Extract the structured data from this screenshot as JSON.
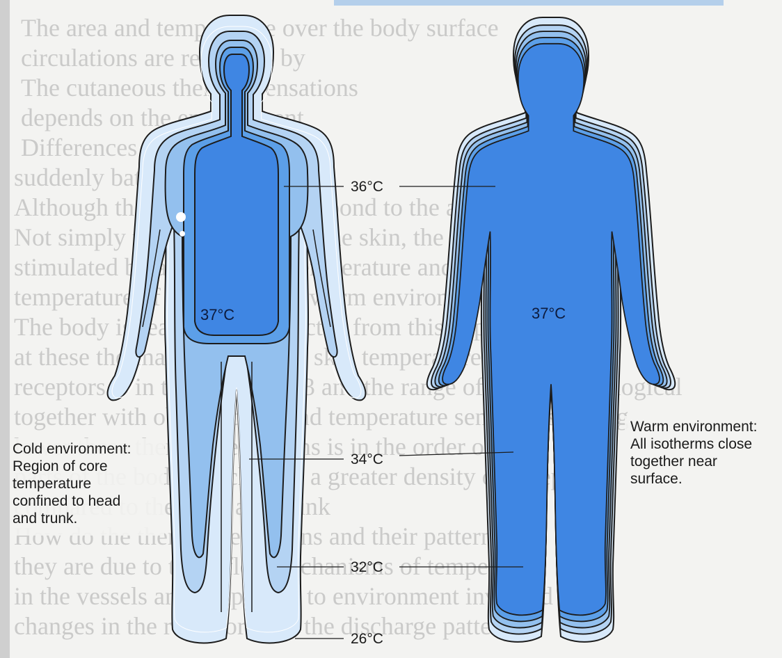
{
  "figure": {
    "background_text": [
      "The area and temperature over the body surface",
      "circulations are regulated by",
      "The cutaneous thermal sensations",
      "depends on the environment",
      "Differences in temperature",
      "suddenly bathed by warm",
      "Although the skin receptors respond to the absolute",
      "Not simply the temperature of the skin, the cold receptors",
      "stimulated by a decrease in temperature and this reflects the",
      "temperature of the body. In a warm environment the wounds the",
      "The body is reasonably protected from this happening",
      "at these thermal conditions at skin temperatures",
      "receptors is in the order of 0.3 and the range of these physiological",
      "together with observations and temperature sensations during",
      "lower these thermal sensations is in the order of the",
      "parts of the body which have a greater density of receptors.",
      "compared to the head and trunk",
      "How do the thermal sensations and their patterns",
      "they are due to the reflex mechanisms of temperature",
      "in the vessels and adaptation to environment involved in",
      "changes in the receptors and the discharge pattern"
    ],
    "isotherm_labels": {
      "t36": "36°C",
      "t34": "34°C",
      "t32": "32°C",
      "t26": "26°C"
    },
    "left_body": {
      "core_label": "37°C",
      "caption_lines": [
        "Cold environment:",
        "Region of core",
        "temperature",
        "confined to head",
        "and trunk."
      ]
    },
    "right_body": {
      "core_label": "37°C",
      "caption_lines": [
        "Warm environment:",
        "All isotherms close",
        "together near",
        "surface."
      ]
    },
    "colors": {
      "zone_26": "#d8e9fa",
      "zone_32": "#b4d3f3",
      "zone_34": "#93c0ee",
      "zone_36": "#5c9fe8",
      "core_37": "#3f86e3",
      "outline": "#1c1c1c"
    }
  }
}
